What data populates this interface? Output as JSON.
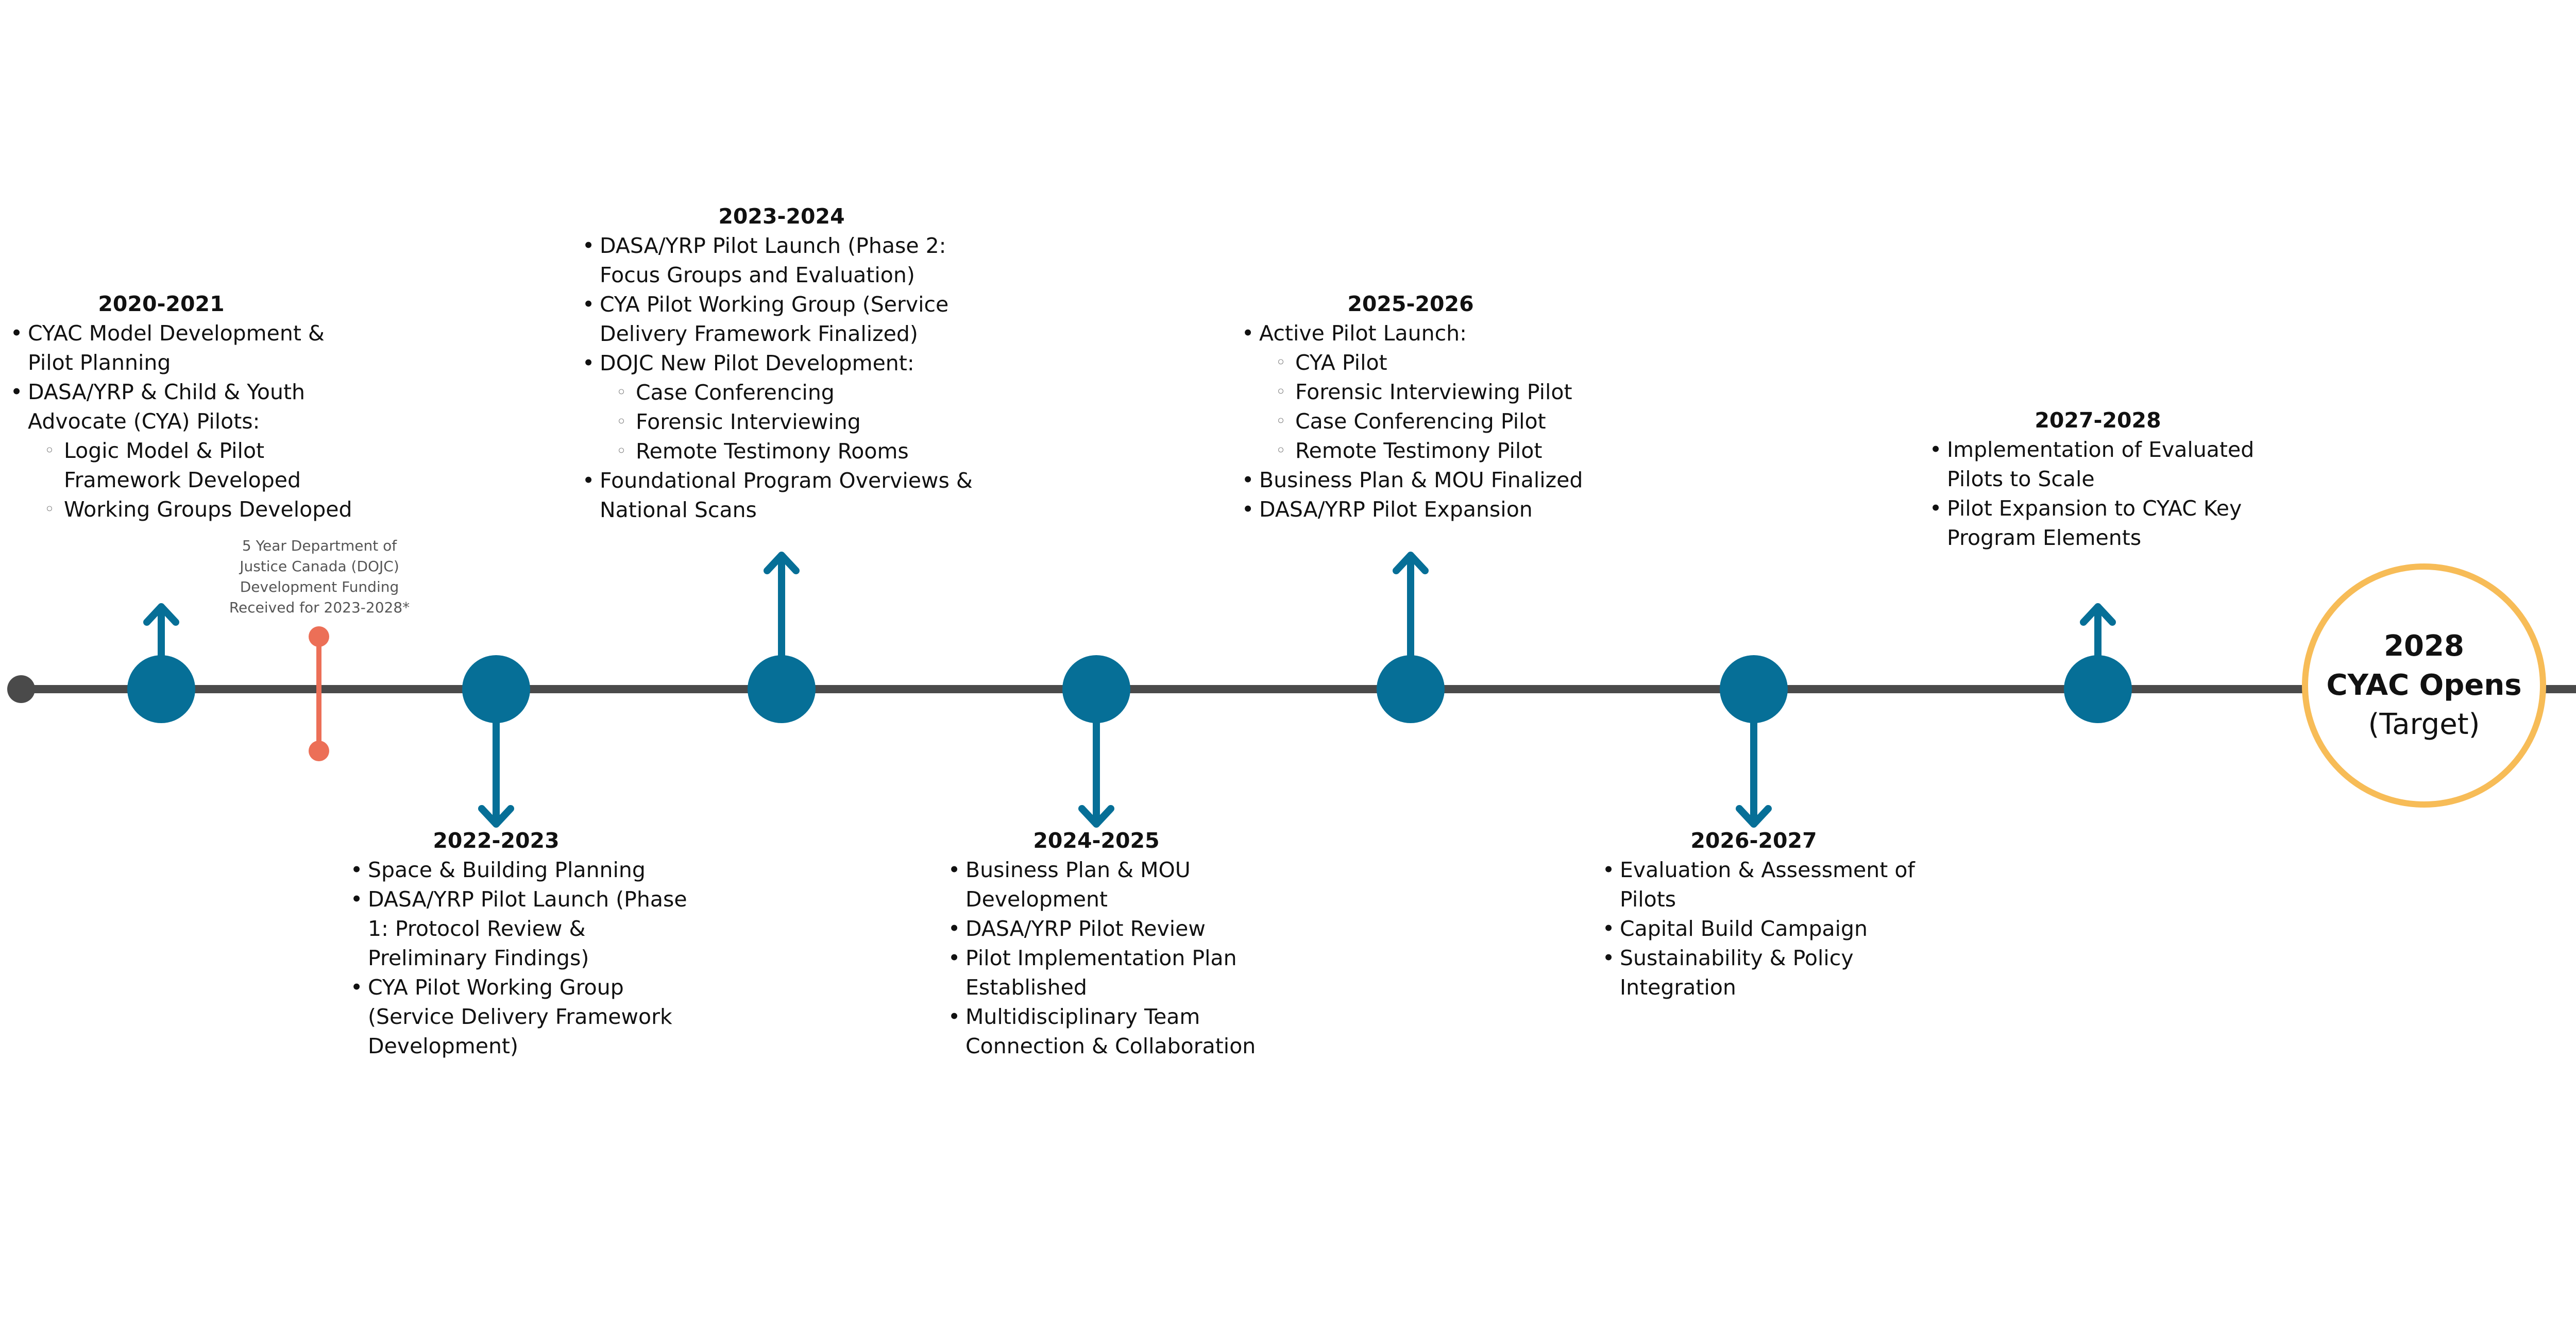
{
  "colors": {
    "node": "#066f97",
    "line": "#4a4a4a",
    "funding": "#ec6f57",
    "goal_ring": "#f7bc57"
  },
  "funding_note": "5 Year Department of Justice Canada (DOJC) Development Funding Received for 2023-2028*",
  "milestones": [
    {
      "year": "2020-2021",
      "items": [
        {
          "text": "CYAC Model Development & Pilot Planning"
        },
        {
          "text": "DASA/YRP & Child & Youth Advocate (CYA) Pilots:",
          "sub": [
            "Logic Model & Pilot Framework Developed",
            "Working Groups Developed"
          ]
        }
      ]
    },
    {
      "year": "2022-2023",
      "items": [
        {
          "text": "Space & Building Planning"
        },
        {
          "text": "DASA/YRP Pilot Launch (Phase 1: Protocol Review & Preliminary Findings)"
        },
        {
          "text": "CYA Pilot Working Group (Service Delivery Framework Development)"
        }
      ]
    },
    {
      "year": "2023-2024",
      "items": [
        {
          "text": "DASA/YRP Pilot Launch (Phase 2: Focus Groups and Evaluation)"
        },
        {
          "text": "CYA Pilot Working Group (Service Delivery Framework Finalized)"
        },
        {
          "text": "DOJC New Pilot Development:",
          "sub": [
            "Case Conferencing",
            "Forensic Interviewing",
            "Remote Testimony Rooms"
          ]
        },
        {
          "text": "Foundational Program Overviews & National Scans"
        }
      ]
    },
    {
      "year": "2024-2025",
      "items": [
        {
          "text": "Business Plan & MOU Development"
        },
        {
          "text": "DASA/YRP Pilot Review"
        },
        {
          "text": "Pilot Implementation Plan Established"
        },
        {
          "text": "Multidisciplinary Team Connection & Collaboration"
        }
      ]
    },
    {
      "year": "2025-2026",
      "items": [
        {
          "text": "Active Pilot Launch:",
          "sub": [
            "CYA Pilot",
            "Forensic Interviewing Pilot",
            "Case Conferencing Pilot",
            "Remote Testimony Pilot"
          ]
        },
        {
          "text": "Business Plan & MOU Finalized"
        },
        {
          "text": "DASA/YRP Pilot Expansion"
        }
      ]
    },
    {
      "year": "2026-2027",
      "items": [
        {
          "text": "Evaluation & Assessment of Pilots"
        },
        {
          "text": "Capital Build Campaign"
        },
        {
          "text": "Sustainability & Policy Integration"
        }
      ]
    },
    {
      "year": "2027-2028",
      "items": [
        {
          "text": "Implementation of Evaluated Pilots to Scale"
        },
        {
          "text": "Pilot Expansion to CYAC Key Program Elements"
        }
      ]
    }
  ],
  "goal": {
    "year": "2028",
    "title": "CYAC Opens",
    "note": "(Target)"
  }
}
